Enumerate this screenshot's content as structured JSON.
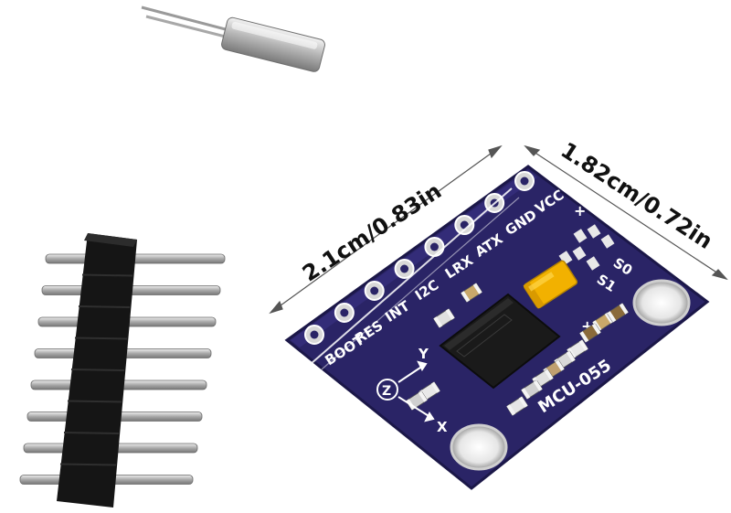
{
  "photo": {
    "dimension_width": "2.1cm/0.83in",
    "dimension_height": "1.82cm/0.72in",
    "board": {
      "model": "MCU-055",
      "pins": [
        "VCC",
        "GND",
        "ATX",
        "LRX",
        "I2C",
        "INT",
        "RES",
        "BOOT"
      ],
      "jumpers": [
        "S0",
        "S1"
      ],
      "plus_marks": [
        "+",
        "+"
      ],
      "axes": [
        "Y",
        "X"
      ],
      "axis_z_symbol": "Z",
      "colors": {
        "pcb": "#2a2466",
        "silkscreen": "#ffffff",
        "capacitor": "#f2b100",
        "chip": "#1a1a1a"
      }
    },
    "components": [
      "pin-header",
      "crystal-oscillator",
      "breakout-board"
    ]
  }
}
